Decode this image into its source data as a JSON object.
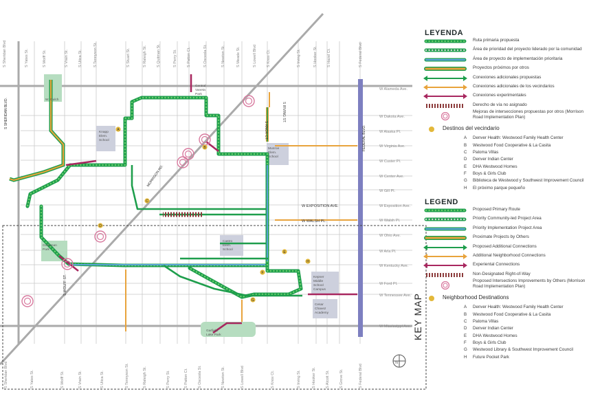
{
  "map": {
    "north_avenues": [
      "W Alameda Ave.",
      "W Dakota Ave.",
      "W Alaska Pl.",
      "W Virginia Ave.",
      "W Custer Pl.",
      "W Center Ave.",
      "W Gill Pl.",
      "W Exposition Ave.",
      "W Walsh Pl.",
      "W Ohio Ave.",
      "W Arla Pl.",
      "W Kentucky Ave.",
      "W Ford Pl.",
      "W Tennessee Ave.",
      "W Mississippi Ave."
    ],
    "top_streets": [
      "S Sheridan Blvd",
      "S Yates St.",
      "S Wolff St.",
      "S Vrain St.",
      "S Utica St.",
      "S Tennyson St.",
      "S Stuart St.",
      "S Raleigh St.",
      "S Quitman St.",
      "S Perry St.",
      "S Patton Ct.",
      "S Osceola St.",
      "S Newton St.",
      "S Meade St.",
      "S Lowell Blvd",
      "S Knox Ct.",
      "S Irving St.",
      "S Hooker St.",
      "S Hazel Ct.",
      "S Federal Blvd"
    ],
    "bottom_streets": [
      "S Sheridan Blvd",
      "S Yates St.",
      "S Wolff St.",
      "S Vrain St.",
      "S Utica St.",
      "S Tennyson St.",
      "S Raleigh St.",
      "S Perry St.",
      "S Patton Ct.",
      "S Osceola St.",
      "S Newton St.",
      "S Lowell Blvd",
      "S Knox Ct.",
      "S Irving St.",
      "S Hooker St.",
      "S Alcott St.",
      "S Grove St.",
      "S Federal Blvd"
    ],
    "road_labels": {
      "sheridan": "S SHERIDAN BLVD.",
      "federal": "FEDERAL BLVD.",
      "morrison": "MORRISON RD.",
      "knox": "S KNOX CT.",
      "irving": "S IRVING ST.",
      "wolff": "S WOLFF ST.",
      "exposition": "W EXPOSITION AVE.",
      "walsh": "W WALSH PL."
    },
    "places": {
      "kuhn": "Knapp Elem. School",
      "munro": "Munroe Elem. School",
      "castro": "Castro Elem. School",
      "kepner": "Kepner Middle School Campus",
      "cesar": "Cesar Chavez Academy",
      "godsman": "Godsman Park",
      "garfield": "Garfield Lake Park",
      "weir": "W. Gulch",
      "central": "Central Vaneta Park"
    },
    "destination_markers": [
      "A",
      "B",
      "C",
      "D",
      "E",
      "F",
      "G",
      "H"
    ],
    "key_map": "KEY MAP",
    "north_symbol": "N"
  },
  "legend_es": {
    "title": "LEYENDA",
    "items": [
      {
        "label": "Ruta primaria propuesta",
        "sym": "primary"
      },
      {
        "label": "Área de prioridad del proyecto liderado por la comunidad",
        "sym": "community"
      },
      {
        "label": "Área de proyecto de implementación prioritaria",
        "sym": "implementation"
      },
      {
        "label": "Proyectos próximos por otros",
        "sym": "others"
      },
      {
        "label": "Conexiones adicionales propuestas",
        "sym": "green-arrow"
      },
      {
        "label": "Conexiones adicionales de los vecindarios",
        "sym": "orange-arrow"
      },
      {
        "label": "Conexiones experimentales",
        "sym": "magenta-arrow"
      },
      {
        "label": "Derecho de vía no asignado",
        "sym": "rail"
      },
      {
        "label": "Mejoras de intersecciones propuestas por otros (Morrison Road Implementation Plan)",
        "sym": "circle"
      }
    ],
    "dest_title": "Destinos del vecindario",
    "destinations": [
      {
        "key": "A",
        "name": "Denver Health: Westwood Family Health Center"
      },
      {
        "key": "B",
        "name": "Westwood Food Cooperative & La Casita"
      },
      {
        "key": "C",
        "name": "Paloma Villas"
      },
      {
        "key": "D",
        "name": "Denver Indian Center"
      },
      {
        "key": "E",
        "name": "DHA Westwood Homes"
      },
      {
        "key": "F",
        "name": "Boys & Girls Club"
      },
      {
        "key": "G",
        "name": "Biblioteca de Westwood y Southwest Improvement Council"
      },
      {
        "key": "H",
        "name": "El próximo parque pequeño"
      }
    ]
  },
  "legend_en": {
    "title": "LEGEND",
    "items": [
      {
        "label": "Proposed Primary Route",
        "sym": "primary"
      },
      {
        "label": "Priority Community-led Project Area",
        "sym": "community"
      },
      {
        "label": "Priority Implementation Project Area",
        "sym": "implementation"
      },
      {
        "label": "Proximate Projects by Others",
        "sym": "others"
      },
      {
        "label": "Proposed Additional Connections",
        "sym": "green-arrow"
      },
      {
        "label": "Additional Neighborhood Connections",
        "sym": "orange-arrow"
      },
      {
        "label": "Experiental Connections",
        "sym": "magenta-arrow"
      },
      {
        "label": "Non-Designated Right-of-Way",
        "sym": "rail"
      },
      {
        "label": "Proposed Intersections Improvements by Others (Morrison Road Implementation Plan)",
        "sym": "circle"
      }
    ],
    "dest_title": "Neighborhood Destinations",
    "destinations": [
      {
        "key": "A",
        "name": "Denver Health: Westwood Family Health Center"
      },
      {
        "key": "B",
        "name": "Westwood Food Cooperative & La Casita"
      },
      {
        "key": "C",
        "name": "Paloma Villas"
      },
      {
        "key": "D",
        "name": "Denver Indian Center"
      },
      {
        "key": "E",
        "name": "DHA Westwood Homes"
      },
      {
        "key": "F",
        "name": "Boys & Girls Club"
      },
      {
        "key": "G",
        "name": "Westwood Library & Southwest Improvement Council"
      },
      {
        "key": "H",
        "name": "Future Pocket Park"
      }
    ]
  },
  "colors": {
    "green": "#1e9e4c",
    "dot": "#6fcf6f",
    "blue": "#5aa3d6",
    "orange": "#e8a33c",
    "magenta": "#a8275f",
    "ring": "#d8799e",
    "federal": "#7d7fc0",
    "park": "#b6ddc0",
    "gold": "#e3b83a"
  }
}
